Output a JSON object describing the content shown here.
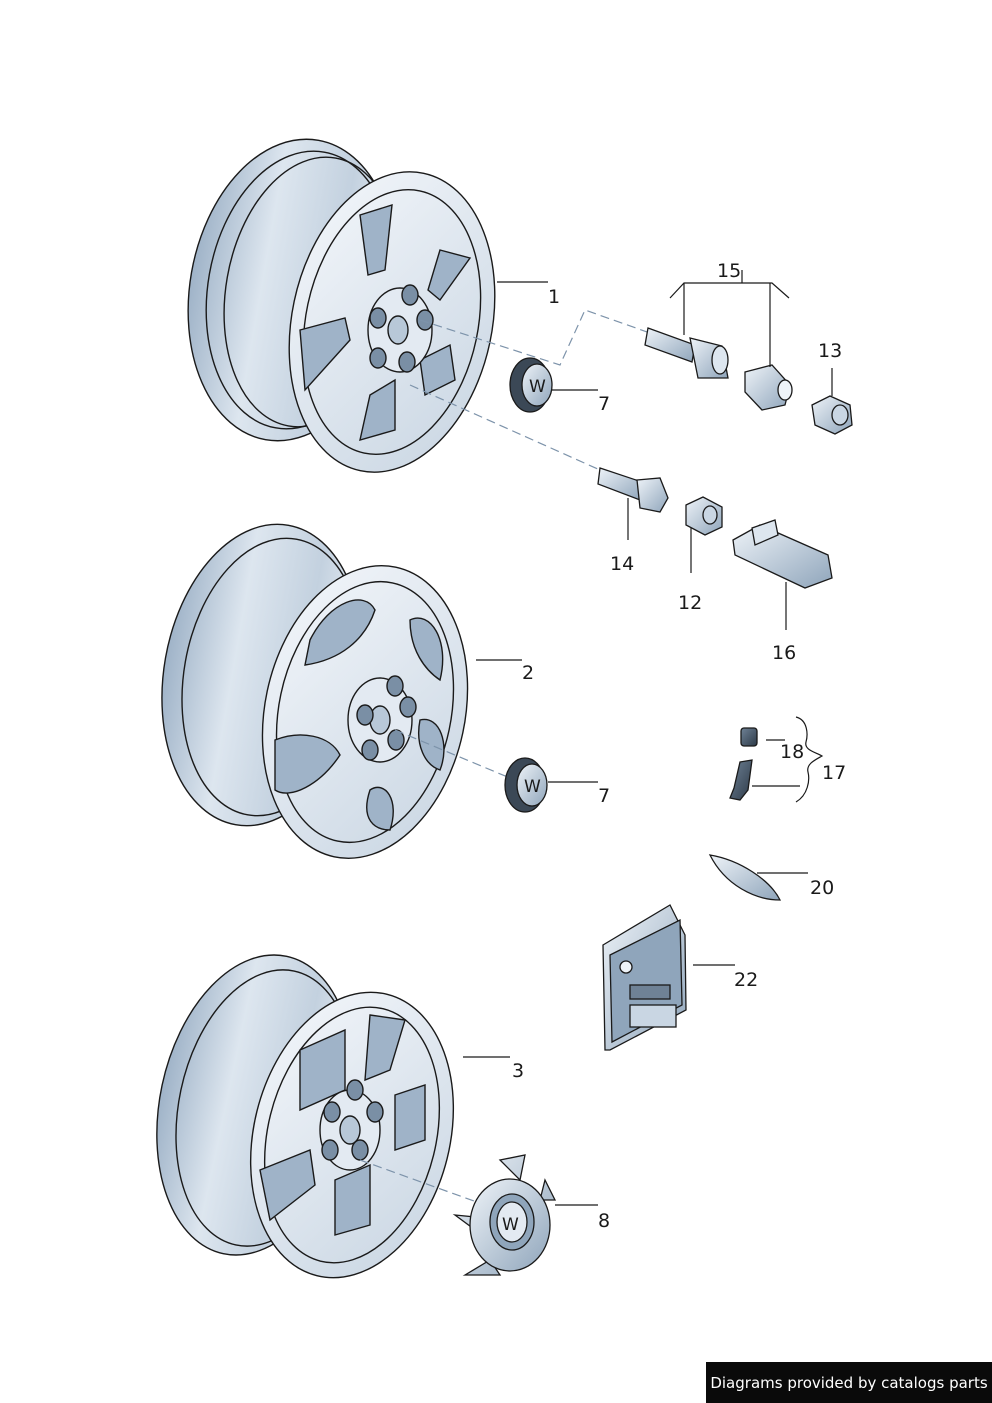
{
  "callouts": {
    "c1": "1",
    "c2": "2",
    "c3": "3",
    "c7a": "7",
    "c7b": "7",
    "c8": "8",
    "c12": "12",
    "c13": "13",
    "c14": "14",
    "c15": "15",
    "c16": "16",
    "c17": "17",
    "c18": "18",
    "c20": "20",
    "c22": "22"
  },
  "footer": {
    "credit": "Diagrams provided by catalogs parts"
  },
  "colors": {
    "outline": "#1a1a1a",
    "metal_light": "#eef3f8",
    "metal_mid": "#c9d6e3",
    "metal_dark": "#8fa5bb",
    "footer_bg": "#0a0a0a"
  }
}
